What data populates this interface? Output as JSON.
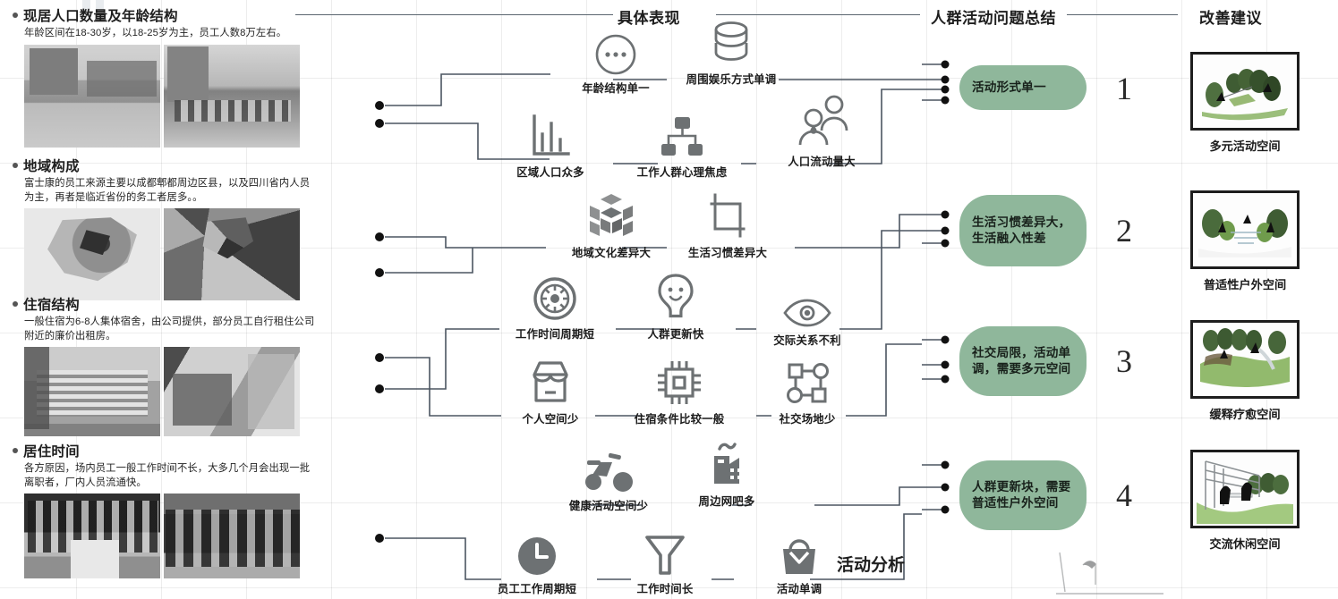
{
  "columns": {
    "specific": "具体表现",
    "summary": "人群活动问题总结",
    "advice": "改善建议"
  },
  "left_sections": [
    {
      "title": "现居人口数量及年龄结构",
      "desc": "年龄区间在18-30岁，以18-25岁为主，员工人数8万左右。"
    },
    {
      "title": "地域构成",
      "desc": "富士康的员工来源主要以成都郫都周边区县，以及四川省内人员为主，再者是临近省份的务工者居多。。"
    },
    {
      "title": "住宿结构",
      "desc": "一般住宿为6-8人集体宿舍，由公司提供，部分员工自行租住公司附近的廉价出租房。"
    },
    {
      "title": "居住时间",
      "desc": "各方原因，场内员工一般工作时间不长，大多几个月会出现一批离职者，厂内人员流通快。"
    }
  ],
  "nodes": [
    {
      "label": "年龄结构单一",
      "icon": "ellipsis-circle-icon"
    },
    {
      "label": "周围娱乐方式单调",
      "icon": "database-stack-icon"
    },
    {
      "label": "区域人口众多",
      "icon": "bar-chart-icon"
    },
    {
      "label": "工作人群心理焦虑",
      "icon": "org-chart-icon"
    },
    {
      "label": "人口流动量大",
      "icon": "people-group-icon"
    },
    {
      "label": "地域文化差异大",
      "icon": "cube-blocks-icon"
    },
    {
      "label": "生活习惯差异大",
      "icon": "crop-frame-icon"
    },
    {
      "label": "工作时间周期短",
      "icon": "wheel-icon"
    },
    {
      "label": "人群更新快",
      "icon": "smiley-person-icon"
    },
    {
      "label": "交际关系不利",
      "icon": "eye-icon"
    },
    {
      "label": "个人空间少",
      "icon": "shop-icon"
    },
    {
      "label": "住宿条件比较一般",
      "icon": "chip-icon"
    },
    {
      "label": "社交场地少",
      "icon": "network-nodes-icon"
    },
    {
      "label": "健康活动空间少",
      "icon": "bicycle-icon"
    },
    {
      "label": "周边网吧多",
      "icon": "factory-icon"
    },
    {
      "label": "员工工作周期短",
      "icon": "clock-icon"
    },
    {
      "label": "工作时间长",
      "icon": "funnel-icon"
    },
    {
      "label": "活动单调",
      "icon": "handbag-icon"
    }
  ],
  "analysis_tag": "活动分析",
  "summaries": [
    {
      "text": "活动形式单一",
      "rank": "1"
    },
    {
      "text": "生活习惯差异大，生活融入性差",
      "rank": "2"
    },
    {
      "text": "社交局限，活动单调，需要多元空间",
      "rank": "3"
    },
    {
      "text": "人群更新块，需要普适性户外空间",
      "rank": "4"
    }
  ],
  "advice_cards": [
    {
      "caption": "多元活动空间",
      "thumb": "plaza-sketch"
    },
    {
      "caption": "普适性户外空间",
      "thumb": "pavilion-sketch"
    },
    {
      "caption": "缓释疗愈空间",
      "thumb": "lawn-sketch"
    },
    {
      "caption": "交流休闲空间",
      "thumb": "trellis-sketch"
    }
  ],
  "colors": {
    "pill_green": "#8fb79b",
    "wire": "#4b5560",
    "grid": "#0000001a",
    "text": "#1e1e1e"
  }
}
